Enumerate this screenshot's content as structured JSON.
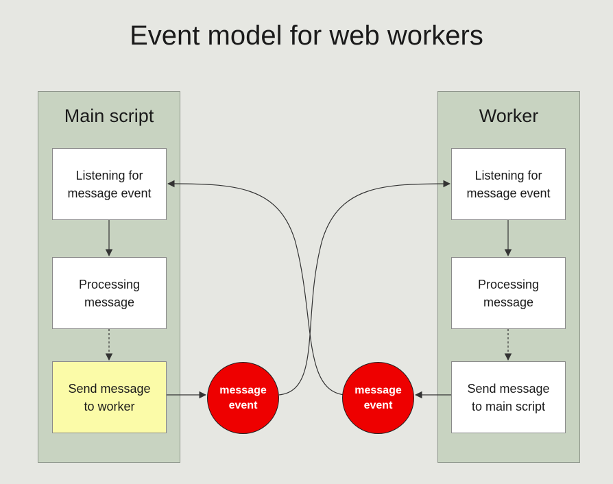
{
  "title": "Event model for web workers",
  "main_column": {
    "title": "Main script",
    "listening": "Listening for\nmessage event",
    "processing": "Processing\nmessage",
    "send": "Send message\nto worker"
  },
  "worker_column": {
    "title": "Worker",
    "listening": "Listening for\nmessage event",
    "processing": "Processing\nmessage",
    "send": "Send message\nto main script"
  },
  "events": {
    "to_worker": "message\nevent",
    "to_main": "message\nevent"
  },
  "colors": {
    "background": "#e6e7e2",
    "column": "#c8d3c1",
    "highlight": "#fbfba8",
    "event": "#ee0000"
  }
}
